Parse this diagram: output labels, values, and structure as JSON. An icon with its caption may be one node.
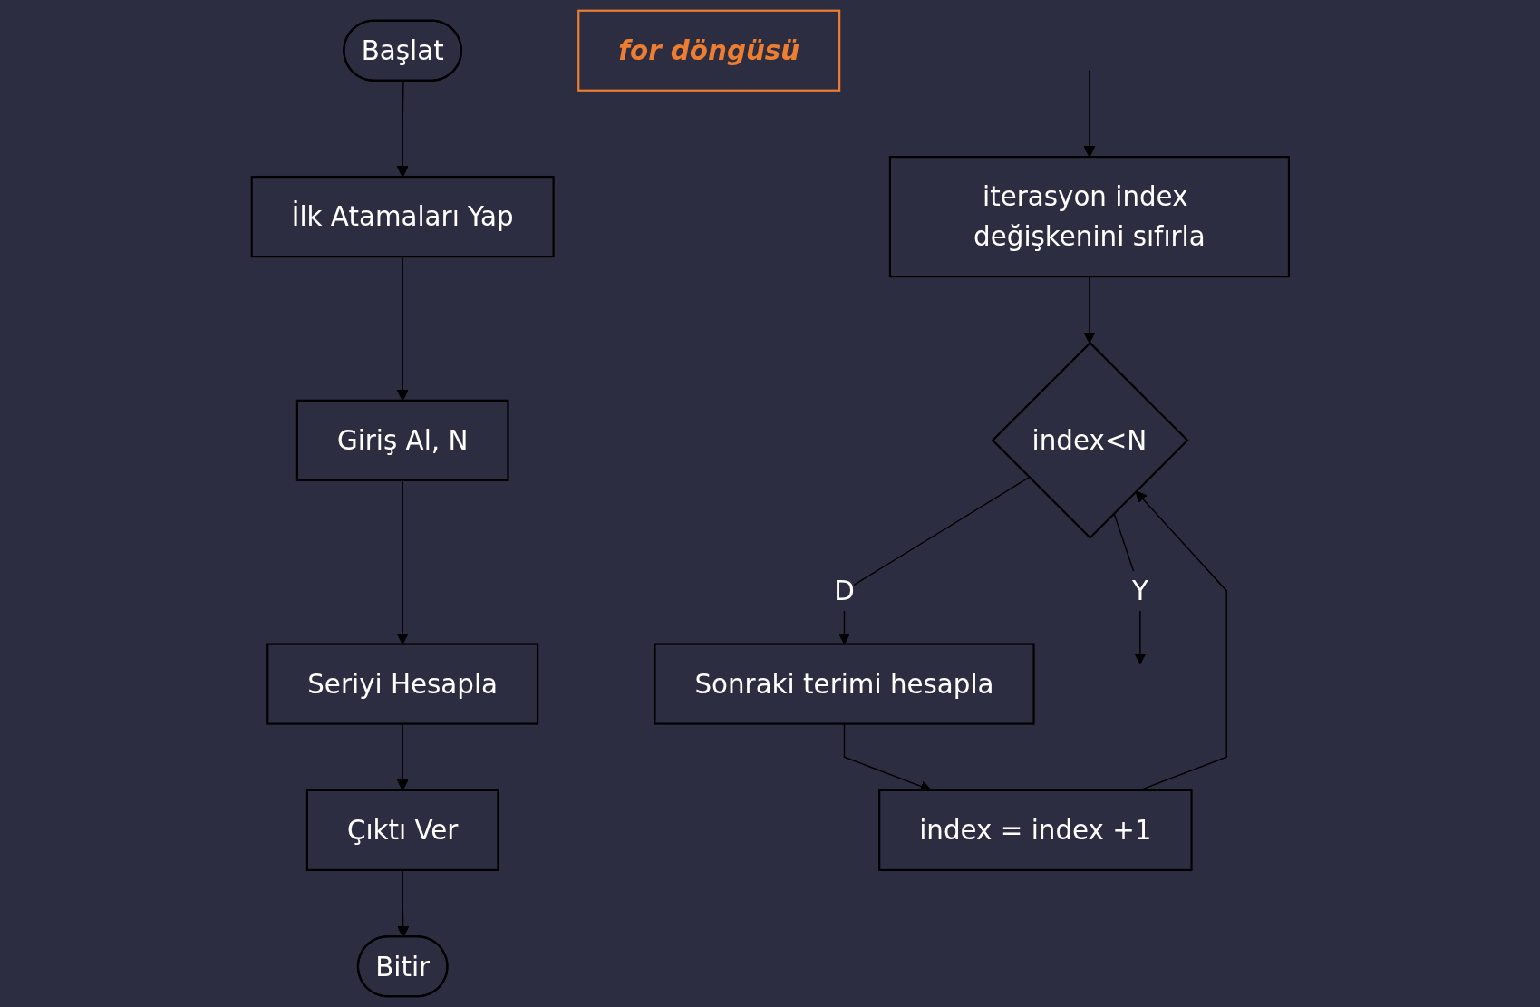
{
  "diagram": {
    "nodes": [
      {
        "text": [
          "Başlat"
        ]
      },
      {
        "text": [
          "İlk Atamaları Yap"
        ]
      },
      {
        "text": [
          "Giriş Al, N"
        ]
      },
      {
        "text": [
          "Seriyi Hesapla"
        ]
      },
      {
        "text": [
          "Çıktı Ver"
        ]
      },
      {
        "text": [
          "Bitir"
        ]
      },
      {
        "text": [
          "iterasyon index değişkenini sıfırla"
        ]
      },
      {
        "text": [
          "index<N"
        ]
      },
      {
        "text": [
          "Sonraki terimi hesapla"
        ]
      },
      {
        "text": [
          "index = index +1"
        ]
      },
      {
        "text": [
          "for döngüsü"
        ]
      }
    ],
    "edges": [
      {
        "from": 0,
        "to": 1,
        "arrow": "to"
      },
      {
        "from": 1,
        "to": 2,
        "arrow": "to"
      },
      {
        "from": 2,
        "to": 3,
        "arrow": "to"
      },
      {
        "from": 3,
        "to": 4,
        "arrow": "to"
      },
      {
        "from": 4,
        "to": 5,
        "arrow": "to"
      },
      {
        "from": null,
        "to": 6,
        "arrow": "to"
      },
      {
        "from": 6,
        "to": 7,
        "arrow": "to"
      },
      {
        "from": 7,
        "to": 8,
        "arrow": "to",
        "label": "D"
      },
      {
        "from": 8,
        "to": 9,
        "arrow": "to"
      },
      {
        "from": 9,
        "to": 7,
        "arrow": "to"
      },
      {
        "from": 7,
        "to": null,
        "arrow": "to",
        "label": "Y"
      }
    ]
  }
}
